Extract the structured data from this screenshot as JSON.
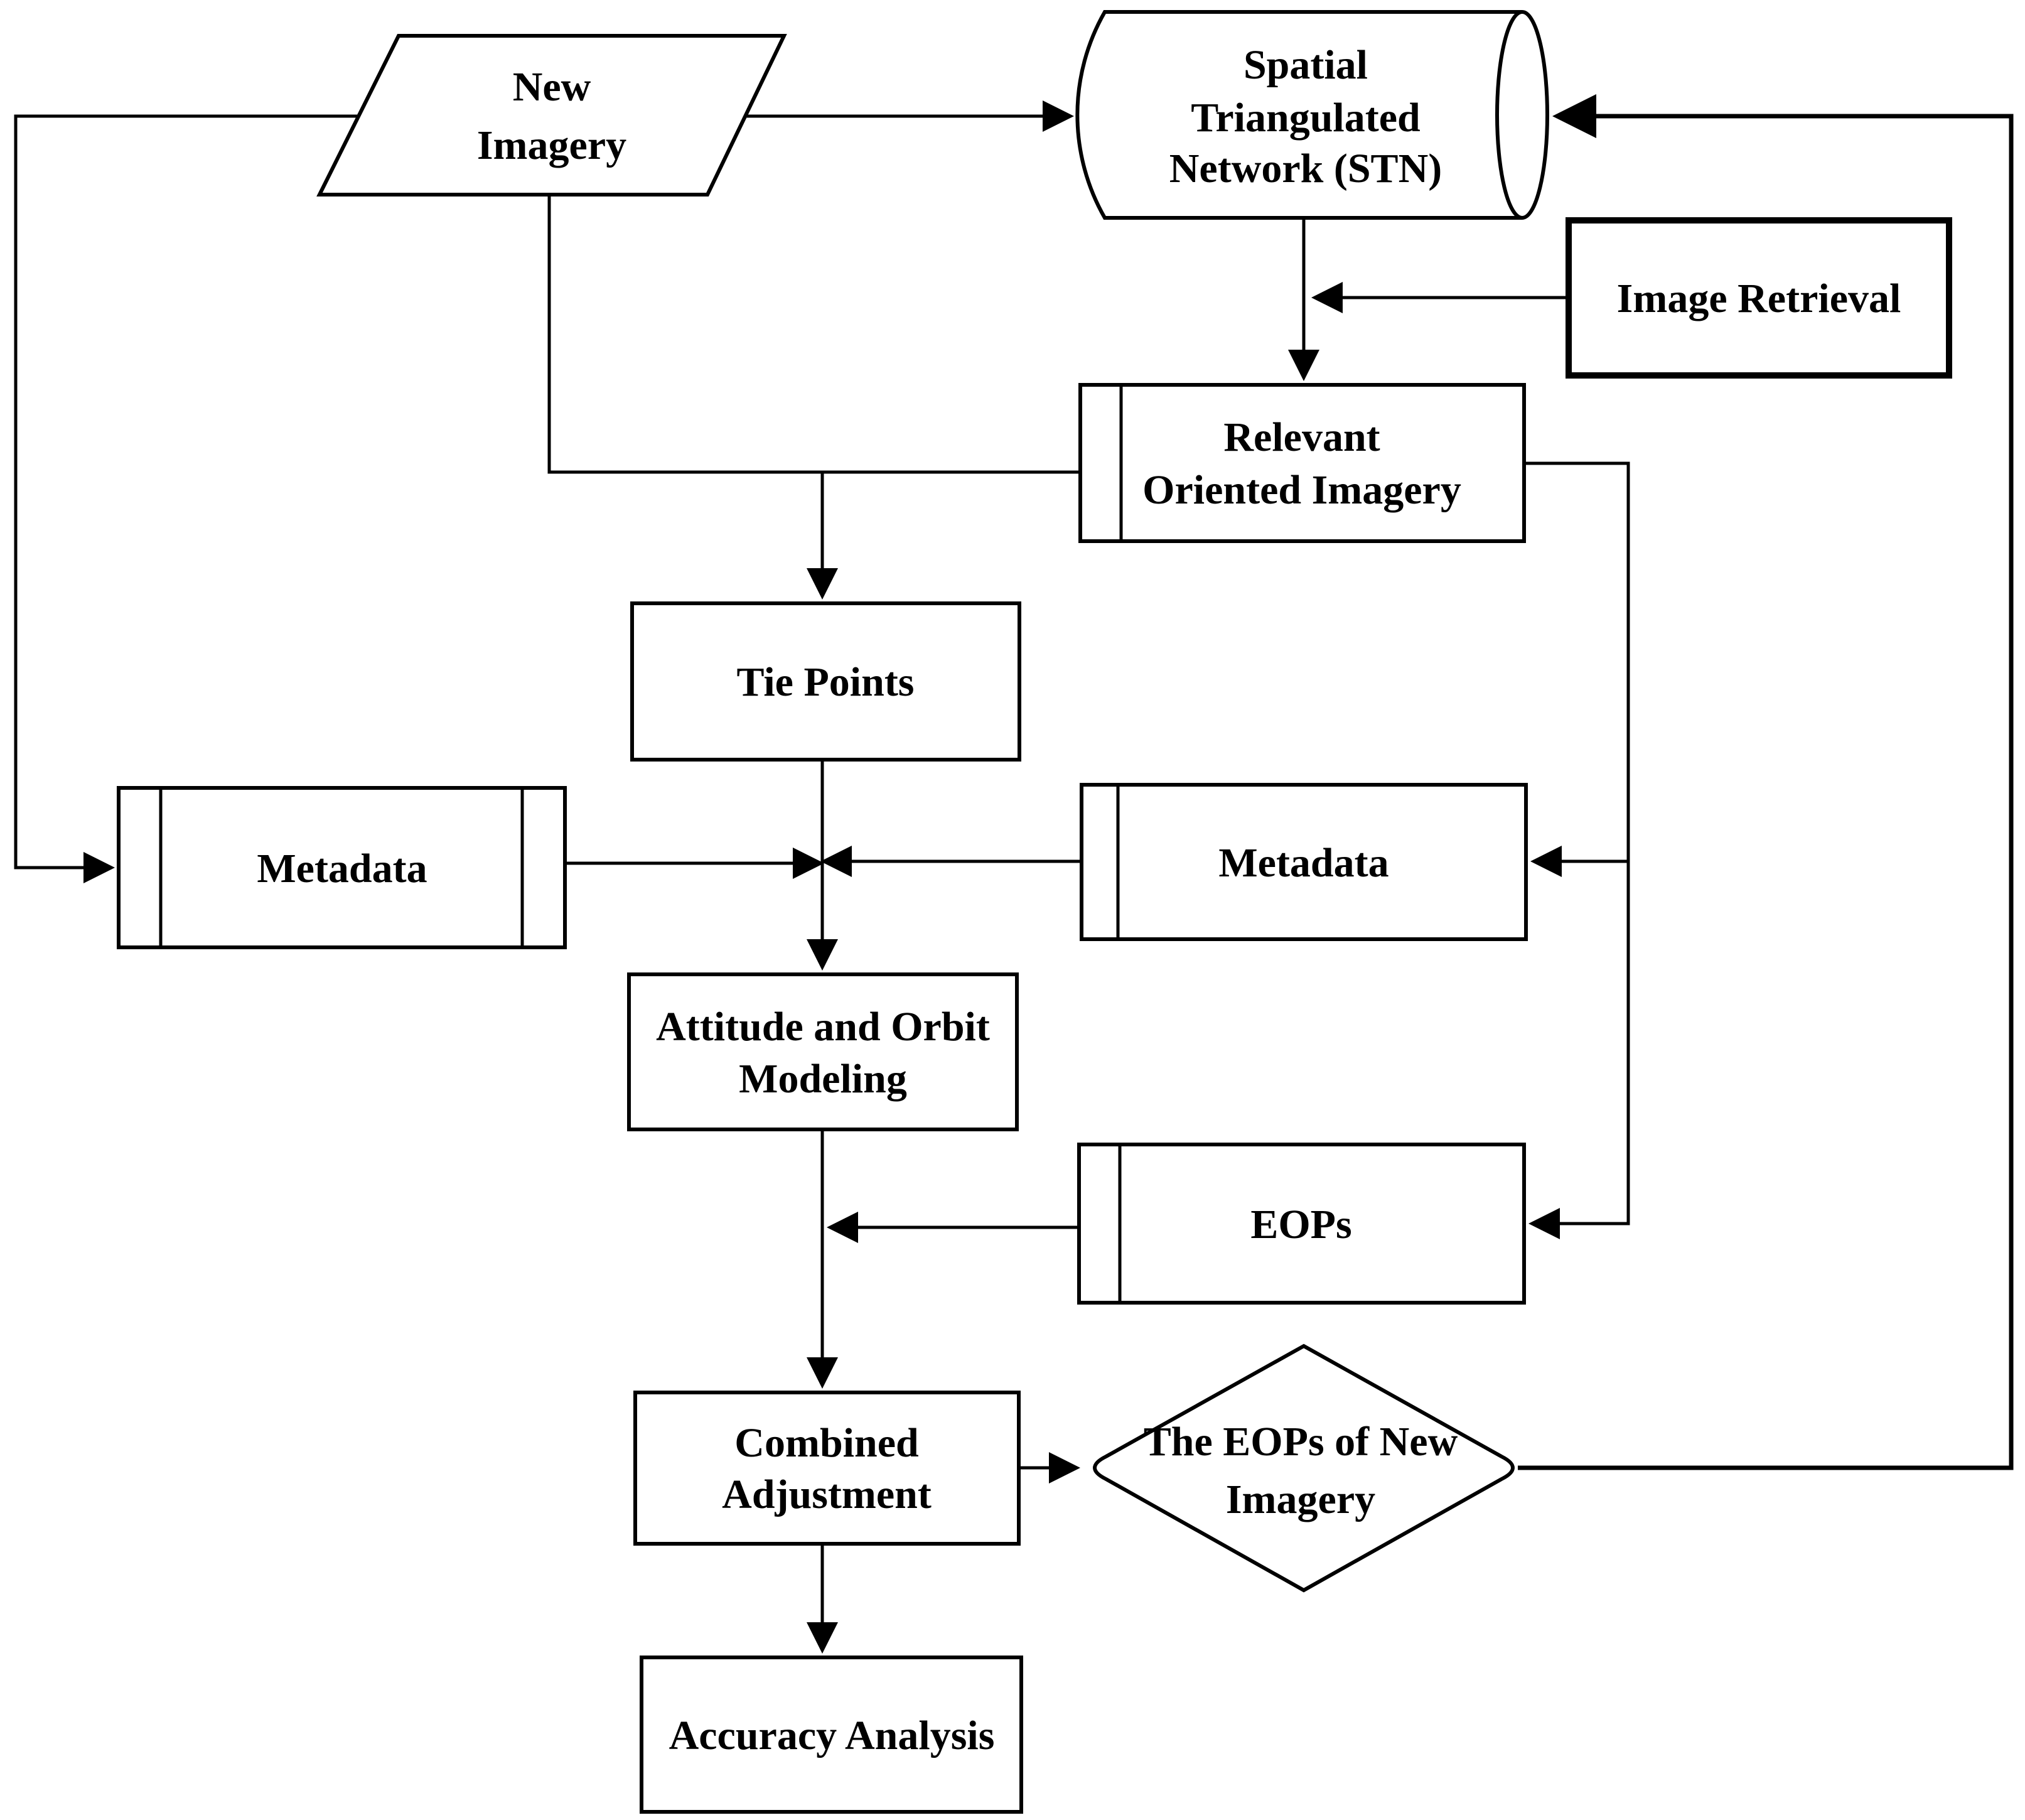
{
  "diagram": {
    "type": "flowchart",
    "colors": {
      "stroke": "#000000",
      "fill": "#ffffff",
      "text": "#000000",
      "background": "#ffffff"
    },
    "nodes": {
      "new_imagery": {
        "shape": "parallelogram",
        "lines": [
          "New",
          "Imagery"
        ]
      },
      "stn": {
        "shape": "cylinder",
        "lines": [
          "Spatial",
          "Triangulated",
          "Network (STN)"
        ]
      },
      "image_retrieval": {
        "shape": "rectangle",
        "lines": [
          "Image Retrieval"
        ]
      },
      "relevant_oriented_imagery": {
        "shape": "tagged-rectangle",
        "lines": [
          "Relevant",
          "Oriented Imagery"
        ]
      },
      "tie_points": {
        "shape": "rectangle",
        "lines": [
          "Tie Points"
        ]
      },
      "metadata_left": {
        "shape": "tagged-rectangle",
        "lines": [
          "Metadata"
        ]
      },
      "metadata_right": {
        "shape": "tagged-rectangle",
        "lines": [
          "Metadata"
        ]
      },
      "attitude_orbit_modeling": {
        "shape": "rectangle",
        "lines": [
          "Attitude and Orbit",
          "Modeling"
        ]
      },
      "eops": {
        "shape": "tagged-rectangle",
        "lines": [
          "EOPs"
        ]
      },
      "combined_adjustment": {
        "shape": "rectangle",
        "lines": [
          "Combined",
          "Adjustment"
        ]
      },
      "eops_new_imagery_decision": {
        "shape": "diamond",
        "lines": [
          "The EOPs of New",
          "Imagery"
        ]
      },
      "accuracy_analysis": {
        "shape": "rectangle",
        "lines": [
          "Accuracy Analysis"
        ]
      }
    }
  }
}
